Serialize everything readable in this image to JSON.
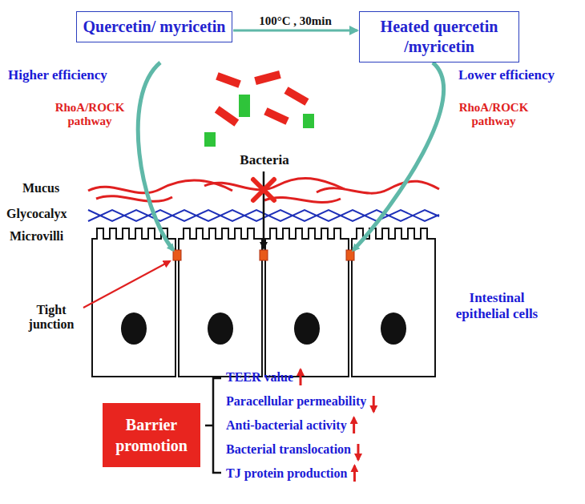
{
  "diagram": {
    "nodes": [
      {
        "text": [
          "Quercetin/ myricetin"
        ]
      },
      {
        "text": [
          "Heated quercetin /myricetin"
        ]
      },
      {
        "text": [
          "Barrier promotion"
        ]
      }
    ],
    "edges": [
      {
        "from": 0,
        "to": 1,
        "arrow": "to",
        "label": "100°C , 30min"
      }
    ],
    "labels": [
      "Higher efficiency",
      "Lower efficiency",
      "RhoA/ROCK pathway",
      "RhoA/ROCK pathway",
      "Bacteria",
      "Mucus",
      "Glycocalyx",
      "Microvilli",
      "Tight junction",
      "Intestinal epithelial cells",
      "TEER value",
      "Paracellular permeability",
      "Anti-bacterial activity",
      "Bacterial translocation",
      "TJ protein production"
    ]
  }
}
